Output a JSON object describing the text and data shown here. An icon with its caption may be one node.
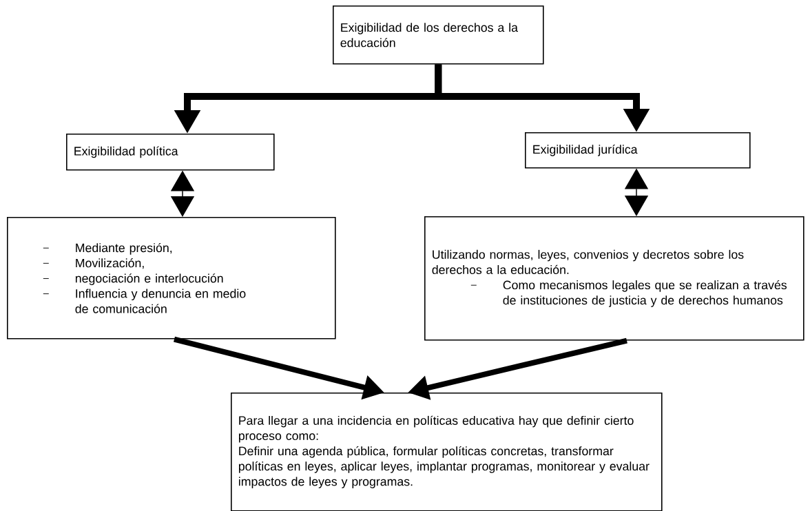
{
  "diagram": {
    "nodes": [
      {
        "text": [
          "Exigibilidad de los derechos a la educación"
        ]
      },
      {
        "text": [
          "Exigibilidad política"
        ]
      },
      {
        "text": [
          "Exigibilidad jurídica"
        ]
      },
      {
        "text": [
          "Mediante presión,",
          "Movilización,",
          "negociación e interlocución",
          "Influencia y denuncia en medio de comunicación"
        ]
      },
      {
        "text": [
          "Utilizando normas, leyes, convenios y decretos sobre los derechos a la educación.",
          "Como mecanismos legales que se realizan a través de instituciones de justicia y de derechos humanos"
        ]
      },
      {
        "text": [
          "Para llegar a una incidencia en políticas educativa hay que definir cierto proceso como:",
          "Definir una agenda pública, formular políticas concretas, transformar políticas en leyes, aplicar leyes, implantar programas, monitorear y evaluar impactos de leyes y programas."
        ]
      }
    ],
    "edges": [
      {
        "from": 0,
        "to": 1,
        "arrow": "to"
      },
      {
        "from": 0,
        "to": 2,
        "arrow": "to"
      },
      {
        "from": 1,
        "to": 3,
        "arrow": "both"
      },
      {
        "from": 2,
        "to": 4,
        "arrow": "both"
      },
      {
        "from": 3,
        "to": 5,
        "arrow": "to"
      },
      {
        "from": 4,
        "to": 5,
        "arrow": "to"
      }
    ]
  }
}
